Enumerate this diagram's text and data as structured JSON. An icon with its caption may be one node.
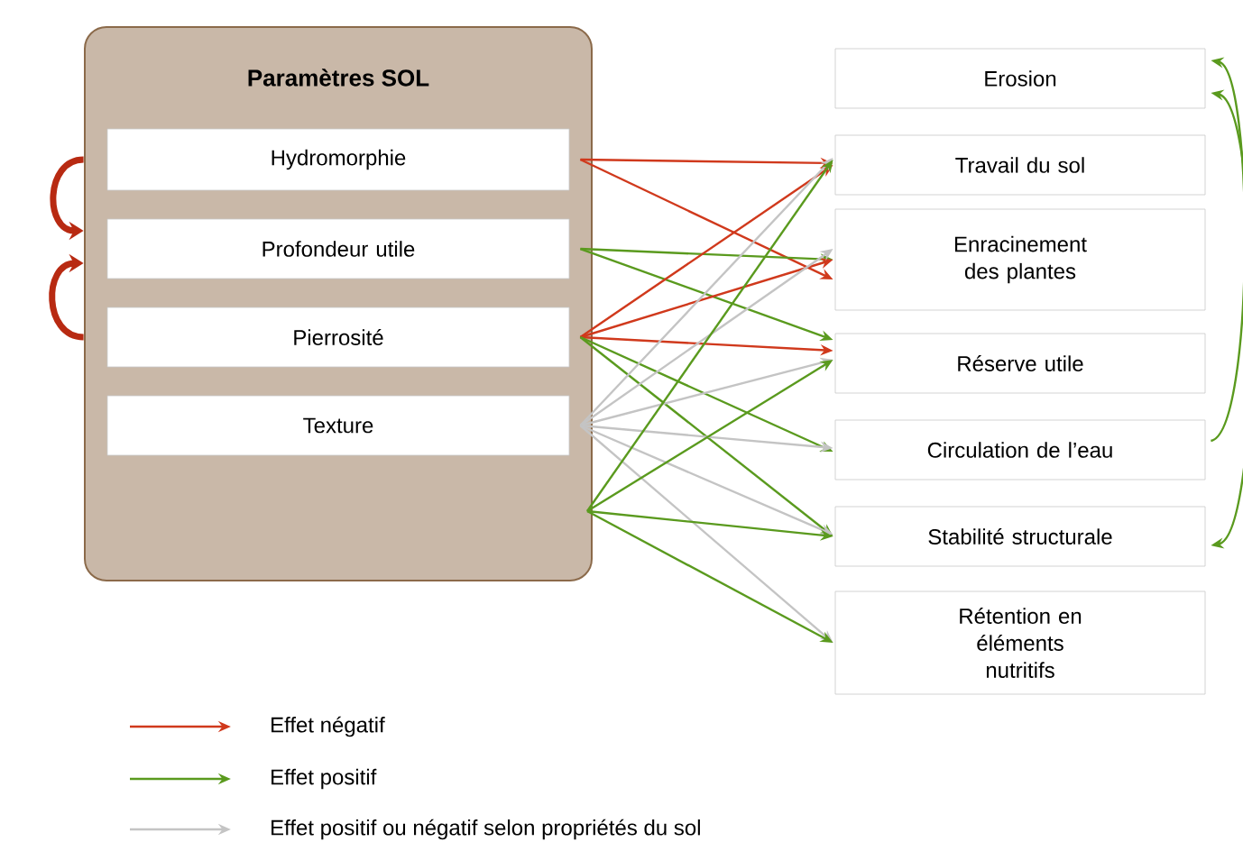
{
  "diagram": {
    "nodes": [
      {
        "text": [
          "Paramètres SOL"
        ]
      },
      {
        "text": [
          "Hydromorphie"
        ],
        "in": 0
      },
      {
        "text": [
          "Profondeur utile"
        ],
        "in": 0
      },
      {
        "text": [
          "Pierrosité"
        ],
        "in": 0
      },
      {
        "text": [
          "Texture"
        ],
        "in": 0
      },
      {
        "text": [
          "Erosion"
        ]
      },
      {
        "text": [
          "Travail du sol"
        ]
      },
      {
        "text": [
          "Enracinement des plantes"
        ]
      },
      {
        "text": [
          "Réserve utile"
        ]
      },
      {
        "text": [
          "Circulation de l’eau"
        ]
      },
      {
        "text": [
          "Stabilité structurale"
        ]
      },
      {
        "text": [
          "Rétention en éléments nutritifs"
        ]
      }
    ],
    "edges": [
      {
        "from": 1,
        "to": 6,
        "arrow": "to",
        "color": "#d0391c"
      },
      {
        "from": 1,
        "to": 7,
        "arrow": "to",
        "color": "#d0391c"
      },
      {
        "from": 2,
        "to": 7,
        "arrow": "to"
      },
      {
        "from": 2,
        "to": 8,
        "arrow": "to"
      },
      {
        "from": 3,
        "to": 6,
        "arrow": "to",
        "color": "#d0391c"
      },
      {
        "from": 3,
        "to": 7,
        "arrow": "to",
        "color": "#d0391c"
      },
      {
        "from": 3,
        "to": 8,
        "arrow": "to",
        "color": "#d0391c"
      },
      {
        "from": 3,
        "to": 9,
        "arrow": "to"
      },
      {
        "from": 3,
        "to": 10,
        "arrow": "to"
      },
      {
        "from": 4,
        "to": 6,
        "arrow": "to",
        "color": "#c4c4c4"
      },
      {
        "from": 4,
        "to": 7,
        "arrow": "to",
        "color": "#c4c4c4"
      },
      {
        "from": 4,
        "to": 8,
        "arrow": "to",
        "color": "#c4c4c4"
      },
      {
        "from": 4,
        "to": 9,
        "arrow": "to",
        "color": "#c4c4c4"
      },
      {
        "from": 4,
        "to": 10,
        "arrow": "to",
        "color": "#c4c4c4"
      },
      {
        "from": 4,
        "to": 11,
        "arrow": "to",
        "color": "#c4c4c4"
      },
      {
        "from": 0,
        "to": 6,
        "arrow": "to"
      },
      {
        "from": 0,
        "to": 8,
        "arrow": "to"
      },
      {
        "from": 0,
        "to": 10,
        "arrow": "to"
      },
      {
        "from": 0,
        "to": 11,
        "arrow": "to"
      },
      {
        "from": 1,
        "to": 2,
        "arrow": "to",
        "style": "thick",
        "color": "#b82a12"
      },
      {
        "from": 3,
        "to": 2,
        "arrow": "to",
        "style": "thick",
        "color": "#b82a12"
      },
      {
        "from": 9,
        "to": 5,
        "arrow": "to"
      },
      {
        "from": 10,
        "to": 5,
        "arrow": "both"
      }
    ],
    "legend": [
      {
        "text": "Effet négatif"
      },
      {
        "text": "Effet positif"
      },
      {
        "text": "Effet positif ou négatif selon propriétés du sol"
      }
    ]
  }
}
